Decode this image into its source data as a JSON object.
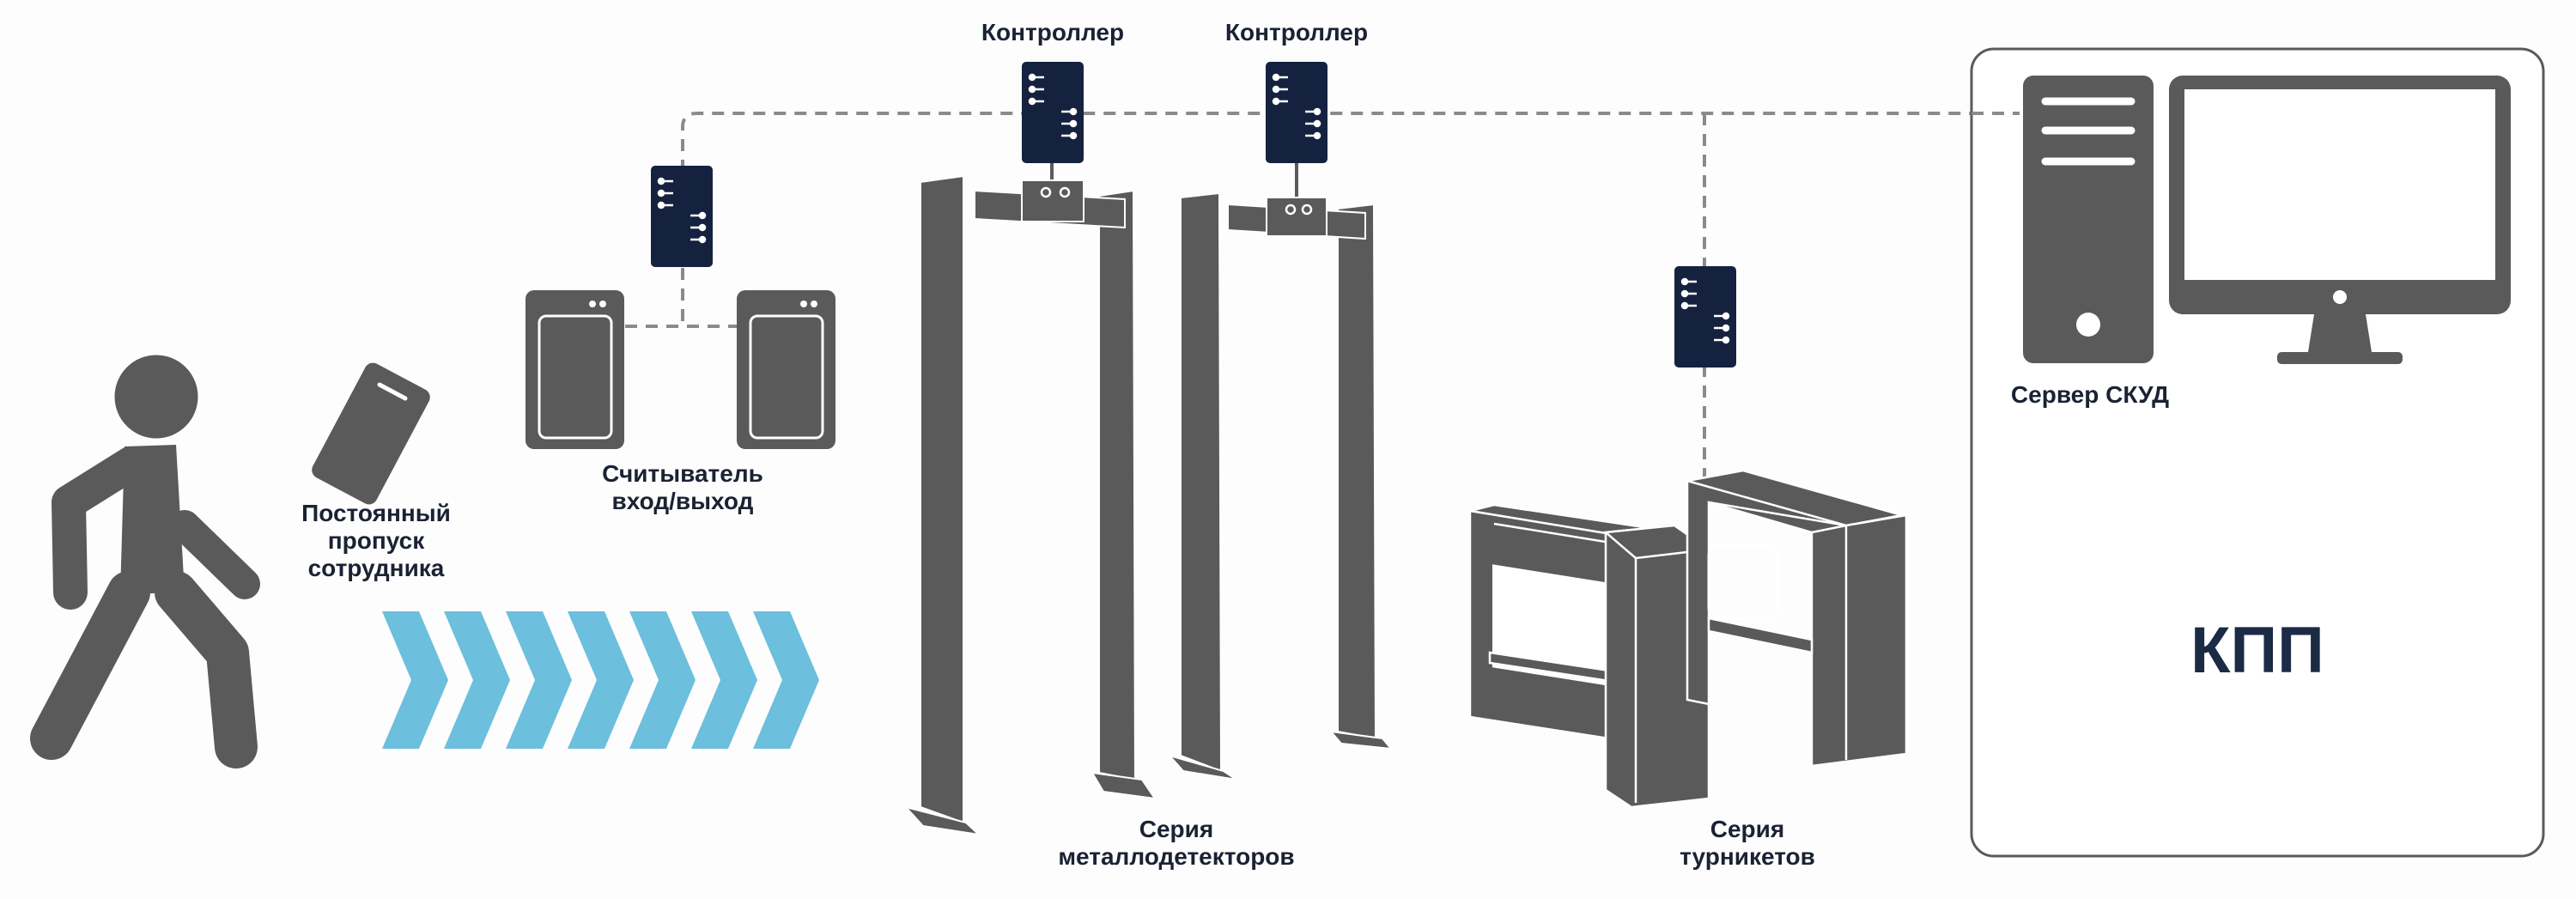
{
  "colors": {
    "device": "#5a5a5a",
    "controller": "#15223f",
    "arrow": "#6cbfdd",
    "line": "#8a8a8a",
    "text": "#1a2233"
  },
  "labels": {
    "controller_1": "Контроллер",
    "controller_2": "Контроллер",
    "pass": "Постоянный\nпропуск\nсотрудника",
    "reader": "Считыватель\nвход/выход",
    "detectors": "Серия\nметаллодетекторов",
    "turnstiles": "Серия\nтурникетов",
    "server": "Сервер СКУД",
    "checkpoint": "КПП"
  },
  "icons": {
    "person": "walking-person-icon",
    "card": "access-card-icon",
    "arrows": "direction-chevrons-icon",
    "controller": "controller-box-icon",
    "reader": "card-reader-icon",
    "detector": "metal-detector-frame-icon",
    "turnstile": "turnstile-icon",
    "server": "server-tower-icon",
    "monitor": "monitor-icon"
  }
}
